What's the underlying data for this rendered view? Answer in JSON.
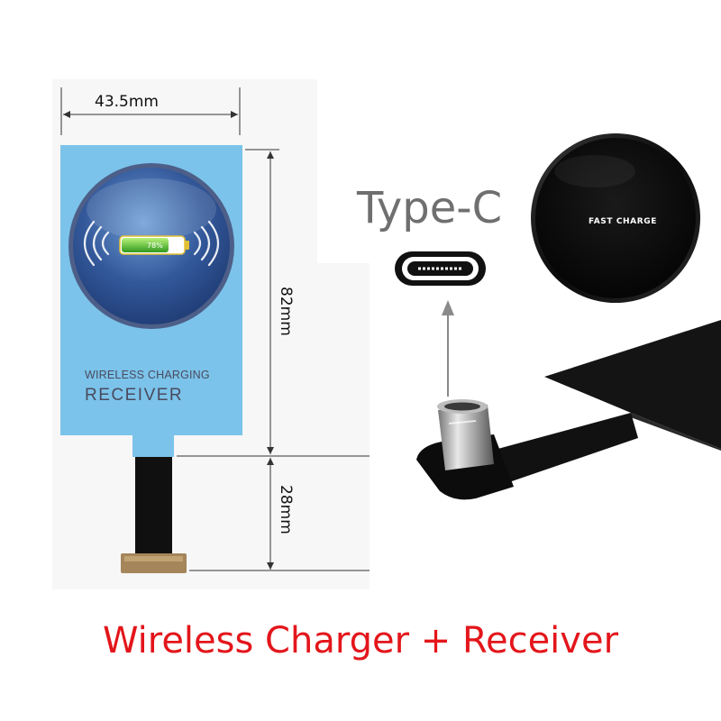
{
  "receiver": {
    "width_label": "43.5mm",
    "height_label": "82mm",
    "tail_label": "28mm",
    "line1": "WIRELESS CHARGING",
    "line2": "RECEIVER",
    "battery_percent": "78%"
  },
  "connector": {
    "type_label": "Type-C"
  },
  "charger": {
    "pad_label": "FAST CHARGE"
  },
  "caption": "Wireless Charger + Receiver",
  "colors": {
    "receiver_blue": "#7bc3ea",
    "caption_red": "#e3161b",
    "pad_black": "#0b0b0b"
  }
}
